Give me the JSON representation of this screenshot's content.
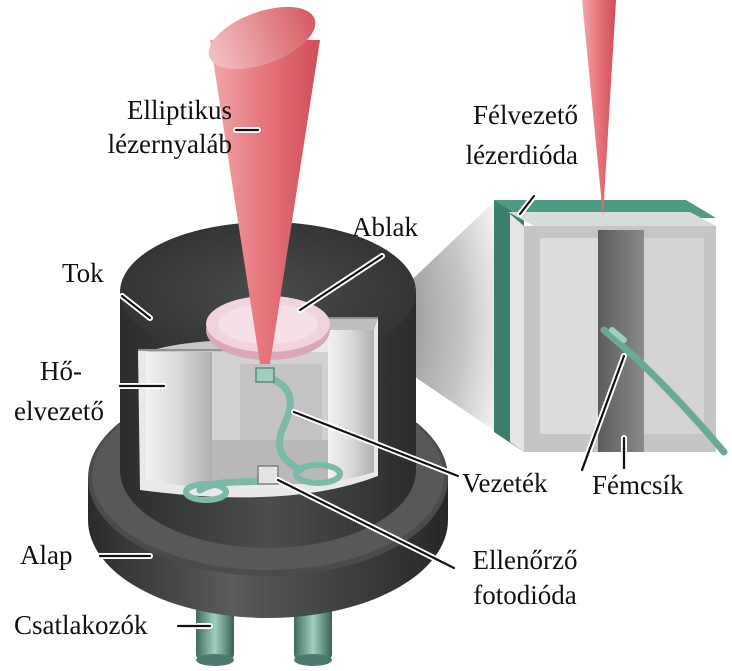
{
  "labels": {
    "beam_line1": "Elliptikus",
    "beam_line2": "lézernyaláb",
    "window": "Ablak",
    "case": "Tok",
    "heatsink_line1": "Hő-",
    "heatsink_line2": "elvezető",
    "base": "Alap",
    "connectors": "Csatlakozók",
    "wire": "Vezeték",
    "photodiode_line1": "Ellenőrző",
    "photodiode_line2": "fotodióda",
    "laserdiode_line1": "Félvezető",
    "laserdiode_line2": "lézerdióda",
    "metal_strip": "Fémcsík"
  },
  "colors": {
    "beam": "#e8868c",
    "case_dark": "#3c3e3d",
    "heatsink": "#d6d7d6",
    "window": "#e9c3d0",
    "trace_green": "#7bb9a8",
    "connector_green": "#6a9c8c"
  }
}
